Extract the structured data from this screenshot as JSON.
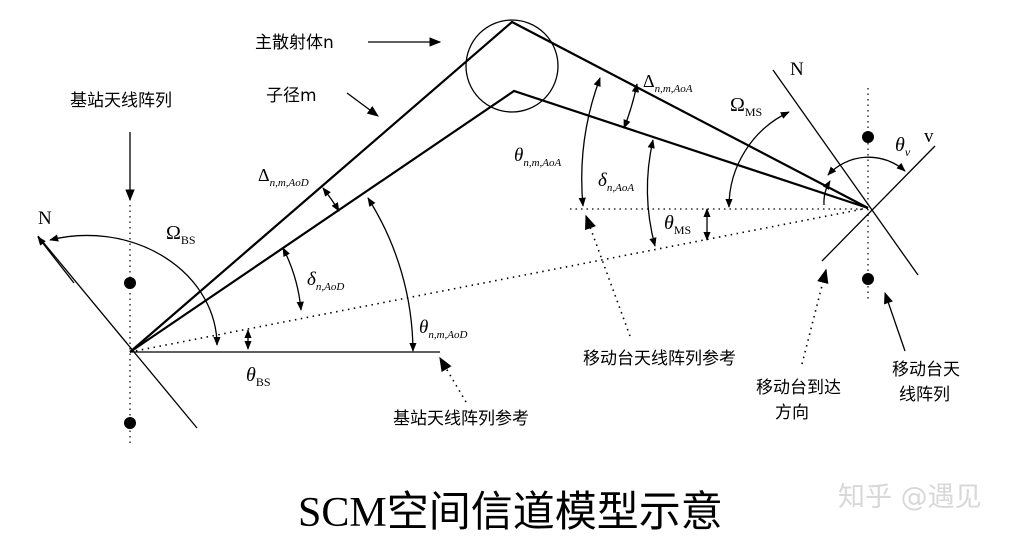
{
  "labels": {
    "scatterer": "主散射体n",
    "subpath": "子径m",
    "bs_array": "基站天线阵列",
    "bs_reference": "基站天线阵列参考",
    "ms_reference": "移动台天线阵列参考",
    "ms_direction_line1": "移动台到达",
    "ms_direction_line2": "方向",
    "ms_array_line1": "移动台天",
    "ms_array_line2": "线阵列",
    "north_bs": "N",
    "north_ms": "N",
    "velocity": "v"
  },
  "symbols": {
    "omega_bs": {
      "main": "Ω",
      "sub": "BS"
    },
    "omega_ms": {
      "main": "Ω",
      "sub": "MS"
    },
    "theta_bs": {
      "main": "θ",
      "sub": "BS"
    },
    "theta_ms": {
      "main": "θ",
      "sub": "MS"
    },
    "theta_v": {
      "main": "θ",
      "sub": "v"
    },
    "delta_aod": {
      "main": "Δ",
      "sub": "n,m,AoD"
    },
    "delta_aoa": {
      "main": "Δ",
      "sub": "n,m,AoA"
    },
    "small_delta_aod": {
      "main": "δ",
      "sub": "n,AoD"
    },
    "small_delta_aoa": {
      "main": "δ",
      "sub": "n,AoA"
    },
    "theta_nm_aod": {
      "main": "θ",
      "sub": "n,m,AoD"
    },
    "theta_nm_aoa": {
      "main": "θ",
      "sub": "n,m,AoA"
    }
  },
  "title": "SCM空间信道模型示意",
  "watermark": "知乎 @遇见"
}
